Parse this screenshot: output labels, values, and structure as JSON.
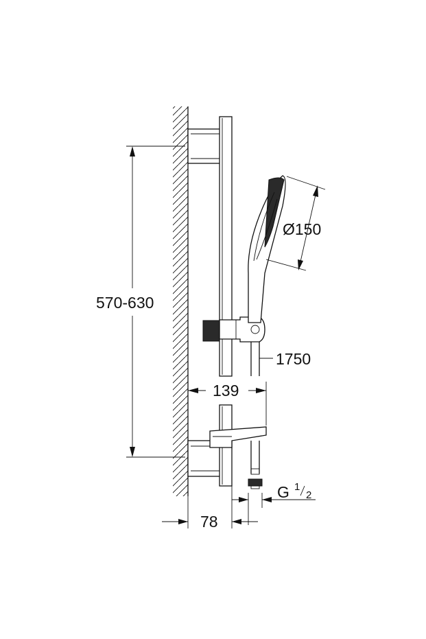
{
  "dimensions": {
    "rail_height": "570-630",
    "diameter": "Ø150",
    "hose_length": "1750",
    "projection": "139",
    "wall_offset": "78",
    "thread_main": "G",
    "thread_num": "1",
    "thread_den": "2"
  }
}
